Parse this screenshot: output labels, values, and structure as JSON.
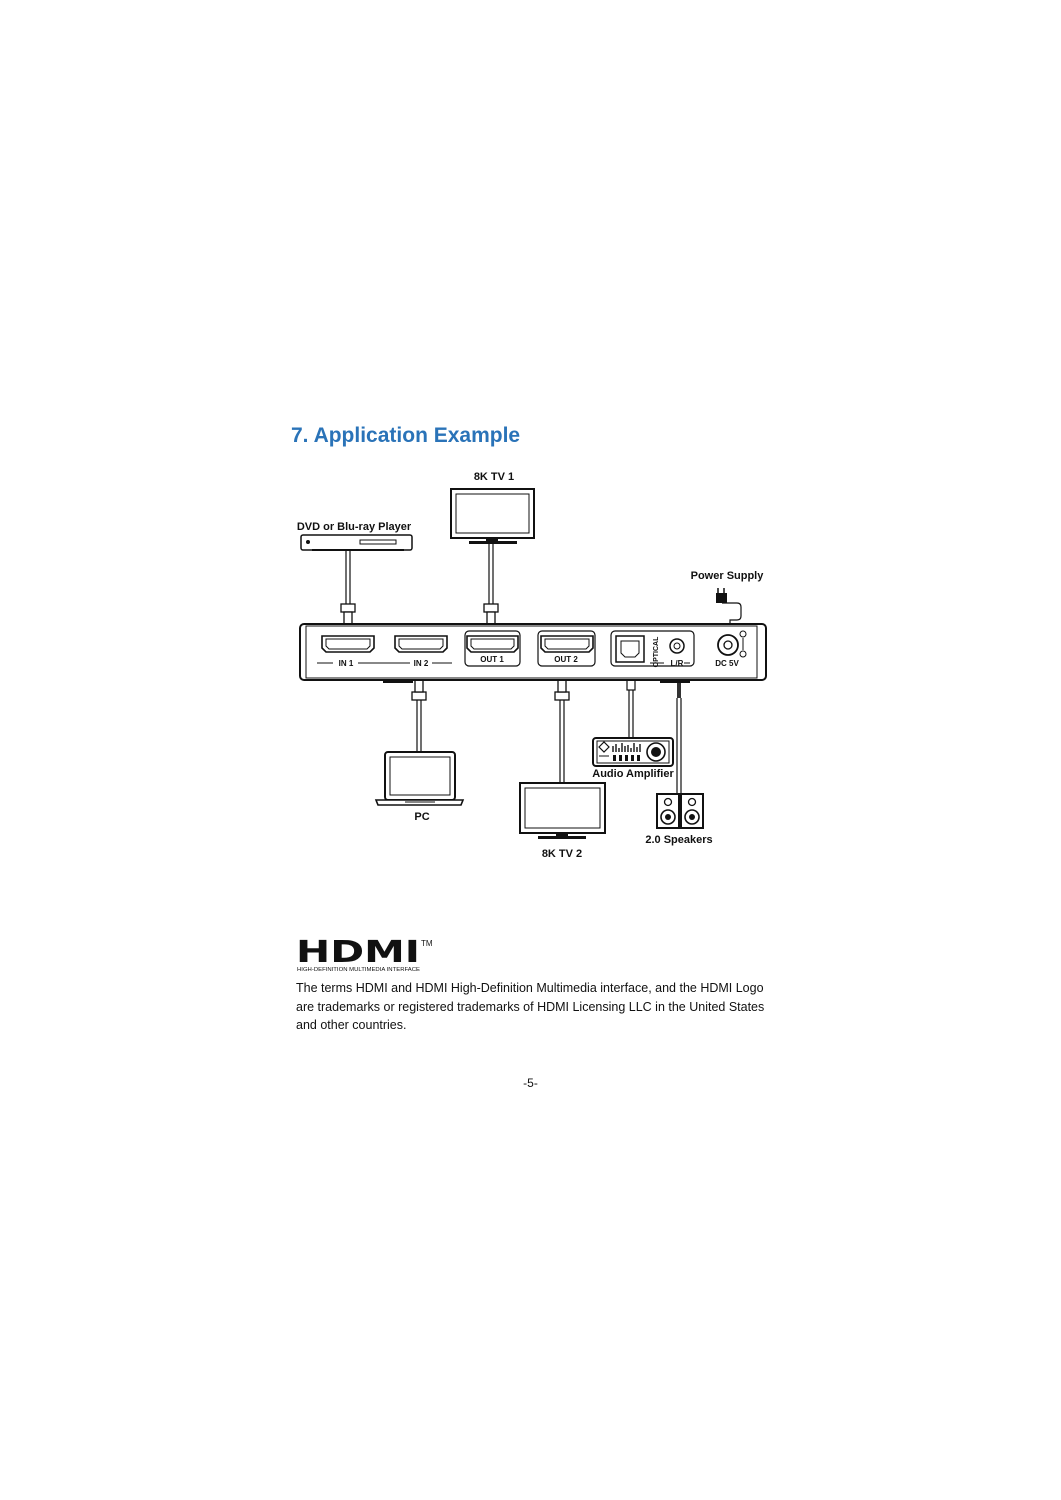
{
  "section_title": "7. Application Example",
  "devices": {
    "tv1": "8K TV 1",
    "player": "DVD or Blu-ray Player",
    "power": "Power Supply",
    "pc": "PC",
    "tv2": "8K TV 2",
    "amplifier": "Audio Amplifier",
    "speakers": "2.0 Speakers"
  },
  "ports": {
    "in1": "IN 1",
    "in2": "IN 2",
    "out1": "OUT 1",
    "out2": "OUT 2",
    "optical": "OPTICAL",
    "lr": "L/R",
    "dc": "DC 5V"
  },
  "logo": {
    "mark": "HDMI",
    "tm": "TM",
    "tagline": "HIGH-DEFINITION MULTIMEDIA INTERFACE"
  },
  "trademark_note": "The terms HDMI and HDMI High-Definition Multimedia interface, and the HDMI Logo are trademarks or registered trademarks of HDMI Licensing LLC in the United States and other countries.",
  "page_number": "-5-"
}
